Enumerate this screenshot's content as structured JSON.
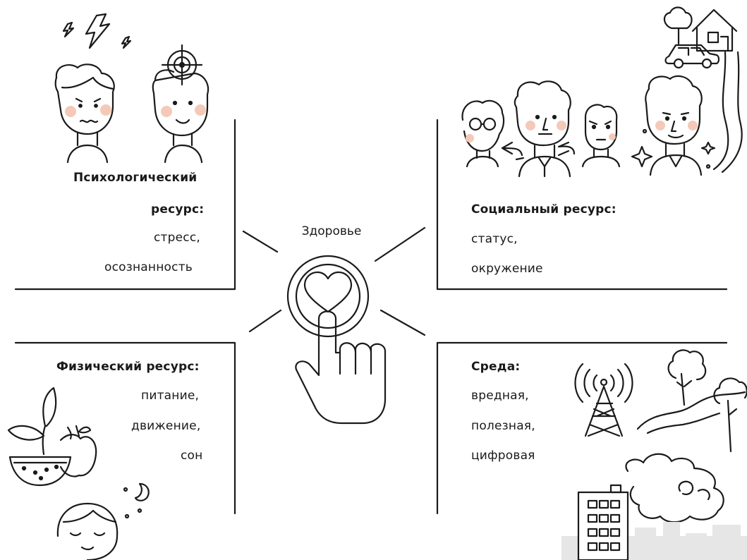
{
  "center": {
    "label": "Здоровье"
  },
  "quadrants": {
    "psychological": {
      "title_line1": "Психологический",
      "title_line2": "ресурс:",
      "items": [
        "стресс,",
        "осознанность"
      ]
    },
    "social": {
      "title": "Социальный ресурс:",
      "items": [
        "статус,",
        "окружение"
      ]
    },
    "physical": {
      "title": "Физический ресурс:",
      "items": [
        "питание,",
        "движение,",
        "сон"
      ]
    },
    "environment": {
      "title": "Среда:",
      "items": [
        "вредная,",
        "полезная,",
        "цифровая"
      ]
    }
  },
  "icons": [
    "lightning-icon",
    "target-icon",
    "stressed-person-icon",
    "calm-person-icon",
    "house-icon",
    "car-icon",
    "tree-icon",
    "group-people-icon",
    "person-sparkles-icon",
    "heart-touch-icon",
    "fruit-icon",
    "sleeping-person-icon",
    "moon-icon",
    "radio-tower-icon",
    "hills-trees-icon",
    "smog-cloud-icon",
    "building-icon"
  ]
}
